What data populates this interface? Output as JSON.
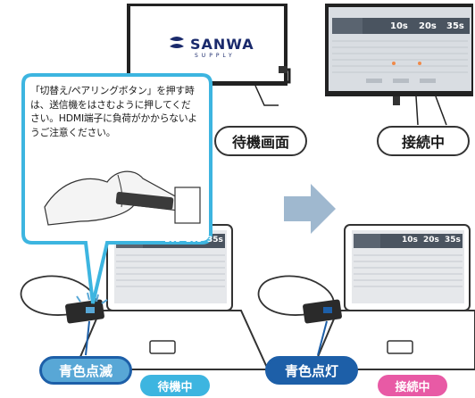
{
  "callout": {
    "text": "「切替え/ペアリングボタン」を押す時は、送信機をはさむように押してください。HDMI端子に負荷がかからないようご注意ください。"
  },
  "labels": {
    "standby_screen": "待機画面",
    "connected_screen": "接続中",
    "led_blinking": "青色点滅",
    "led_lit": "青色点灯",
    "standby_tag": "待機中",
    "connected_tag": "接続中"
  },
  "brand": {
    "name": "SANWA",
    "sub": "SUPPLY"
  },
  "timers": {
    "tv": [
      "10s",
      "20s",
      "35s"
    ],
    "laptop": [
      "10s",
      "20s",
      "35s"
    ]
  },
  "colors": {
    "callout_border": "#3db5e0",
    "blink_blue": "#58a7d6",
    "lit_blue": "#1d5fa8",
    "standby_tag": "#3db5e0",
    "connected_tag": "#e85aa5",
    "arrow": "#9fb8cf"
  }
}
